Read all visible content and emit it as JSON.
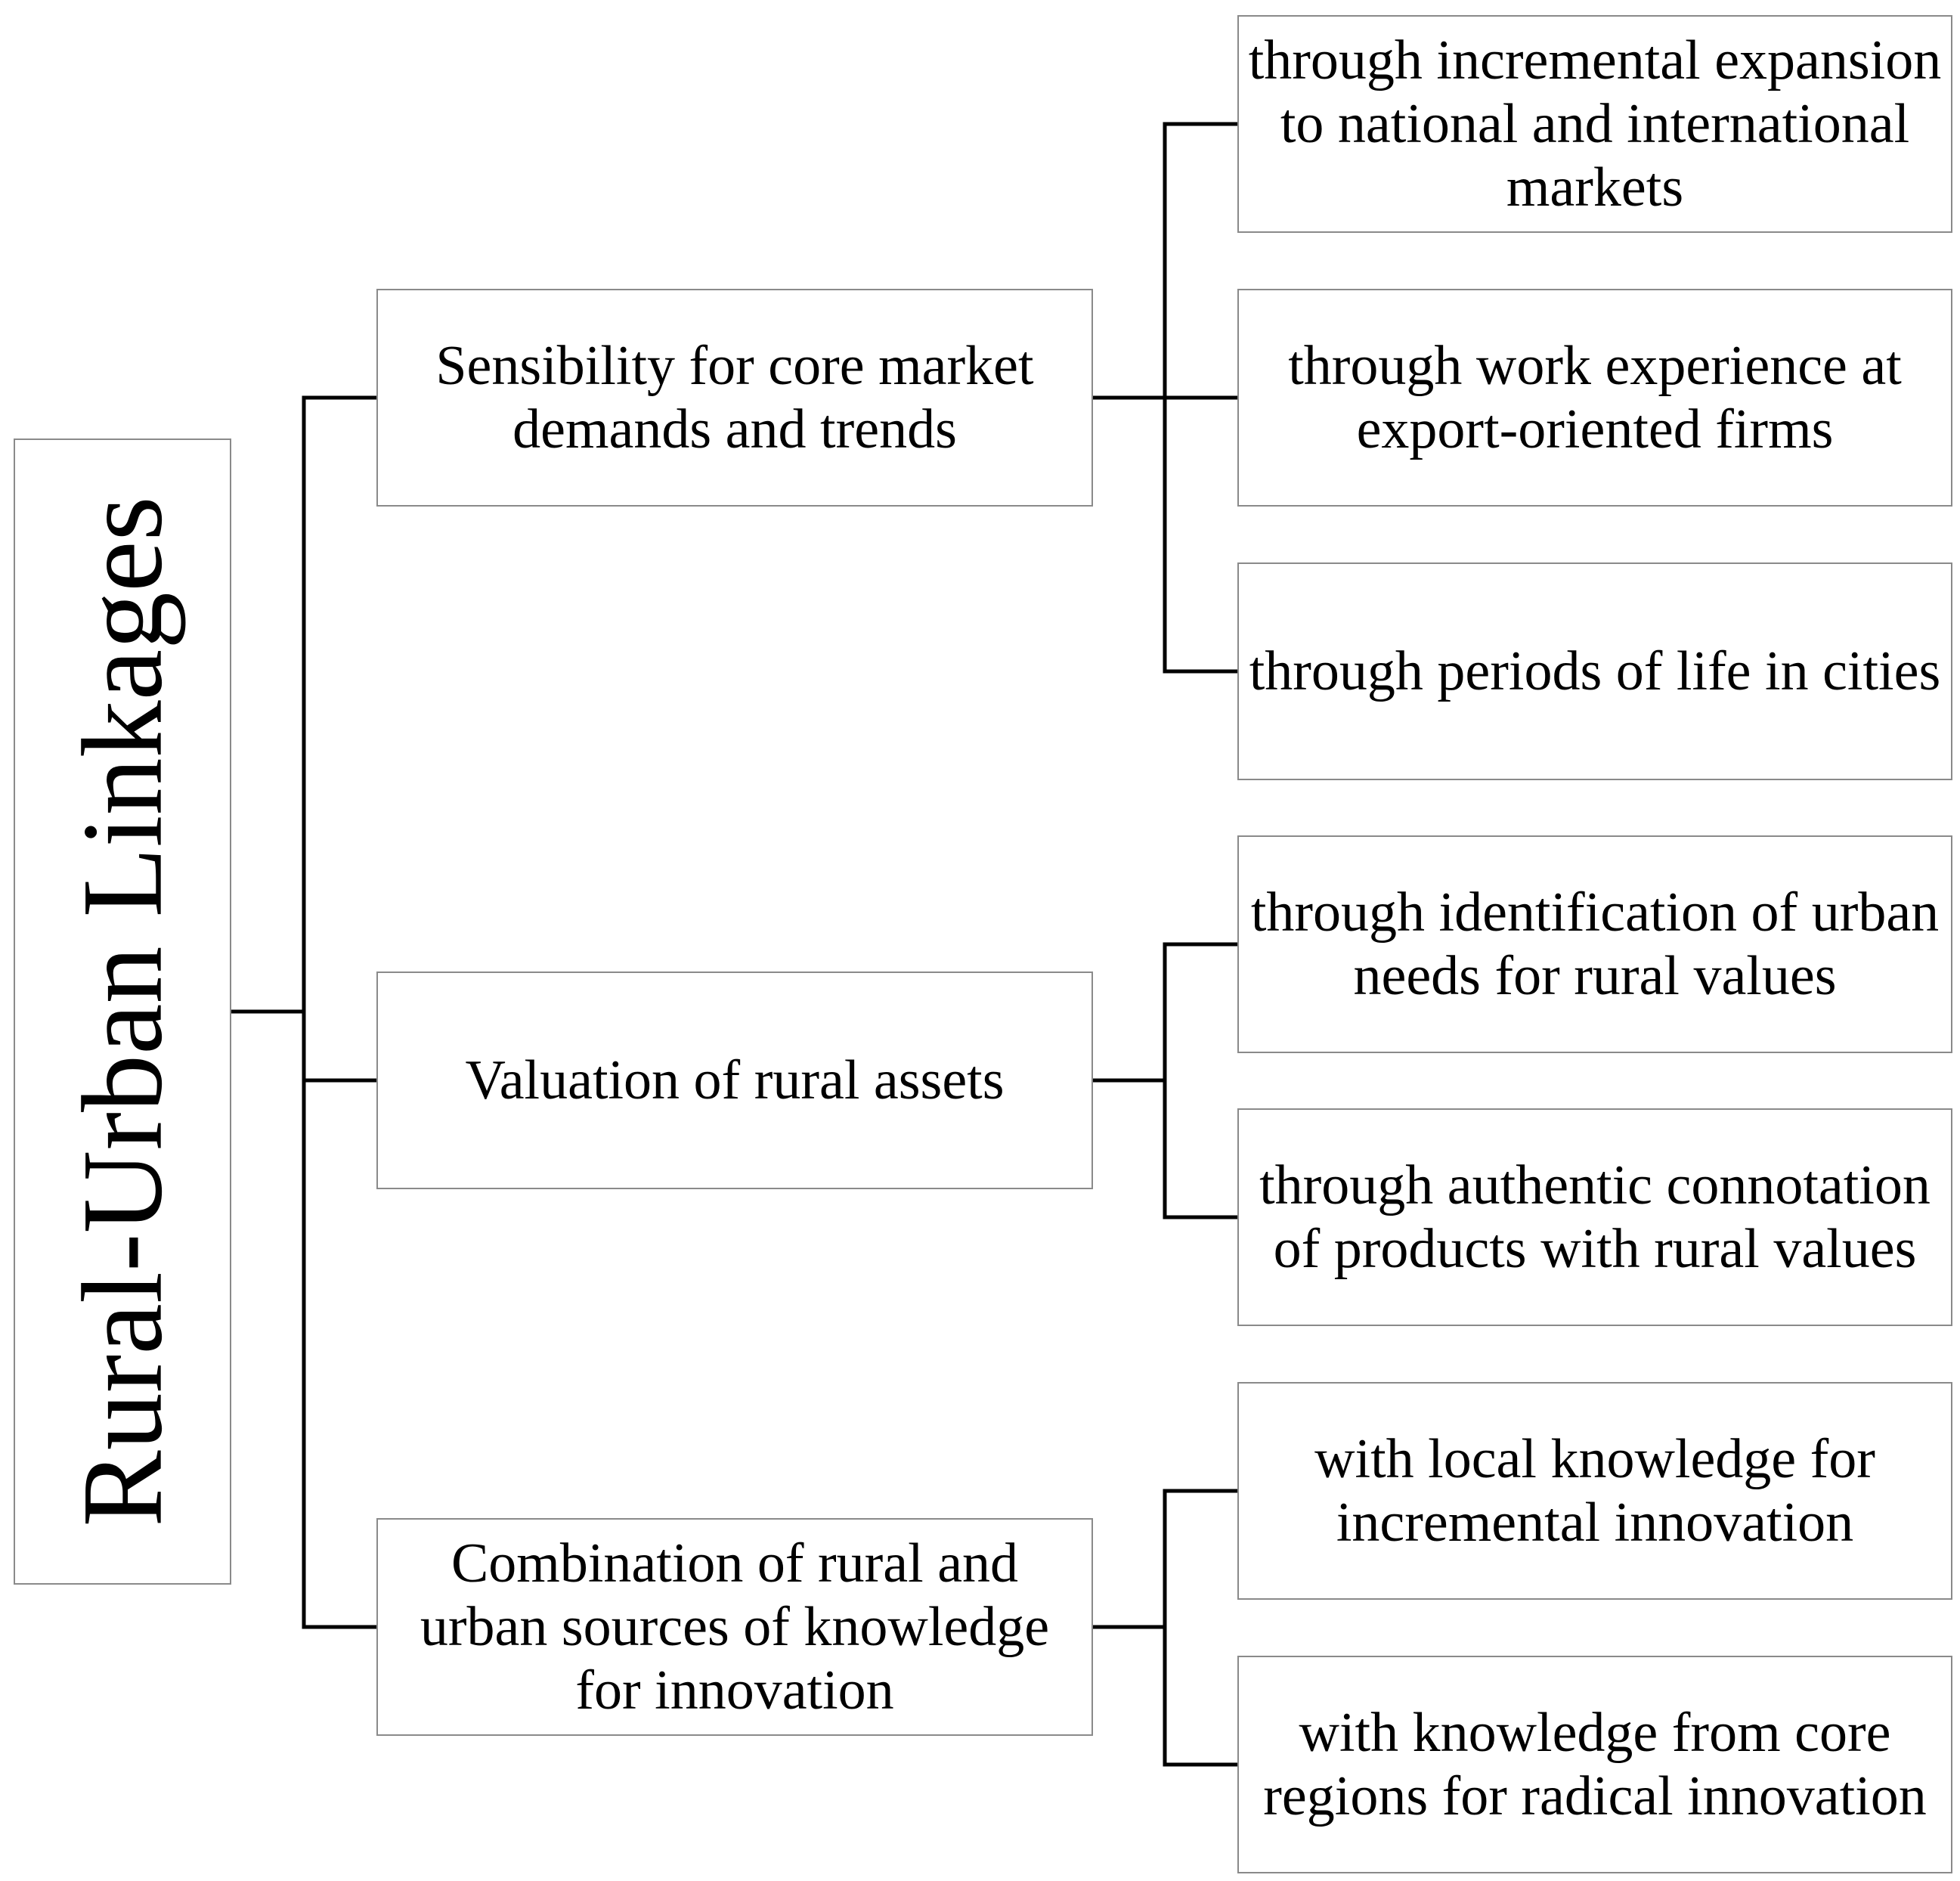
{
  "root": {
    "label": "Rural-Urban Linkages"
  },
  "branches": [
    {
      "label": "Sensibility for core market demands and trends",
      "leaves": [
        "through incremental expansion to national and international markets",
        "through work experience at export-oriented firms",
        "through periods of life in cities"
      ]
    },
    {
      "label": "Valuation of rural assets",
      "leaves": [
        "through identification of urban needs for rural values",
        "through authentic connotation of products with rural values"
      ]
    },
    {
      "label": "Combination of rural and urban sources of knowledge for innovation",
      "leaves": [
        "with local knowledge for incremental innovation",
        "with knowledge from core regions for radical innovation"
      ]
    }
  ]
}
